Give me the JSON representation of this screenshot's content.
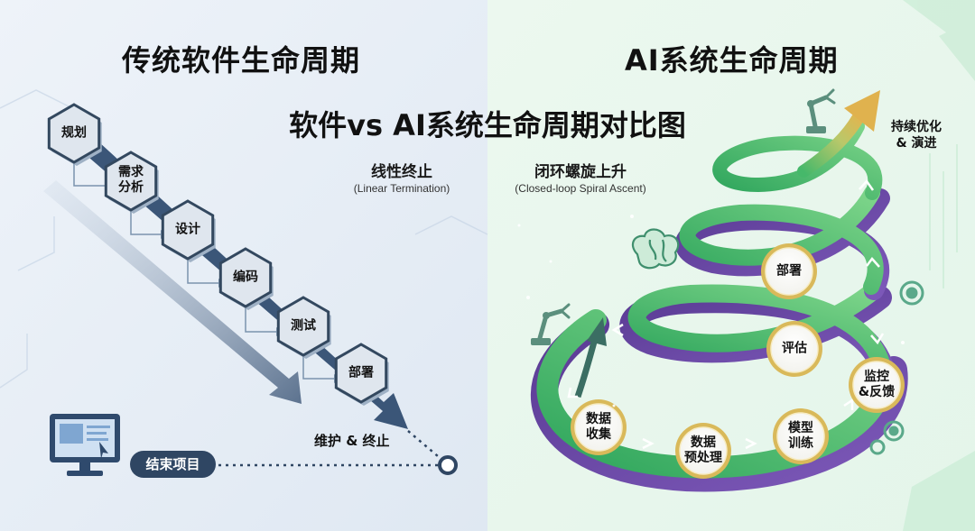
{
  "main_title": "软件vs AI系统生命周期对比图",
  "left": {
    "title": "传统软件生命周期",
    "subtitle_zh": "线性终止",
    "subtitle_en": "(Linear Termination)",
    "steps": [
      "规划",
      "需求\n分析",
      "设计",
      "编码",
      "测试",
      "部署"
    ],
    "maintenance_label": "维护 & 终止",
    "end_label": "结束项目"
  },
  "right": {
    "title": "AI系统生命周期",
    "subtitle_zh": "闭环螺旋上升",
    "subtitle_en": "(Closed-loop Spiral Ascent)",
    "stages": [
      "数据\n收集",
      "数据\n预处理",
      "模型\n训练",
      "监控\n&反馈",
      "评估",
      "部署"
    ],
    "continuous_label": "持续优化\n& 演进"
  },
  "colors": {
    "hex_fill": "#dfe6ee",
    "hex_border": "#33485f",
    "left_arrow": "#3b5678",
    "spiral_green": "#3fb86a",
    "spiral_purple": "#6b4aa3",
    "circle_ring": "#d9b95a",
    "end_pill": "#2f4663"
  },
  "icons": [
    "monitor-icon",
    "robot-arm-icon",
    "brain-icon",
    "gear-icon"
  ]
}
